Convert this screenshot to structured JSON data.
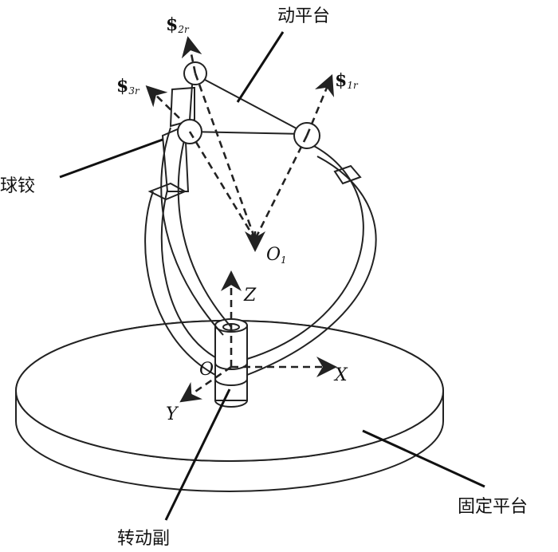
{
  "labels": {
    "moving_platform": "动平台",
    "spherical_joint": "球铰",
    "revolute_joint": "转动副",
    "fixed_platform": "固定平台"
  },
  "screws": {
    "s1": {
      "symbol": "$",
      "subscript": "1r"
    },
    "s2": {
      "symbol": "$",
      "subscript": "2r"
    },
    "s3": {
      "symbol": "$",
      "subscript": "3r"
    }
  },
  "points": {
    "o1": {
      "name": "O",
      "subscript": "1"
    },
    "o": {
      "name": "O"
    }
  },
  "axes": {
    "x": "X",
    "y": "Y",
    "z": "Z"
  }
}
